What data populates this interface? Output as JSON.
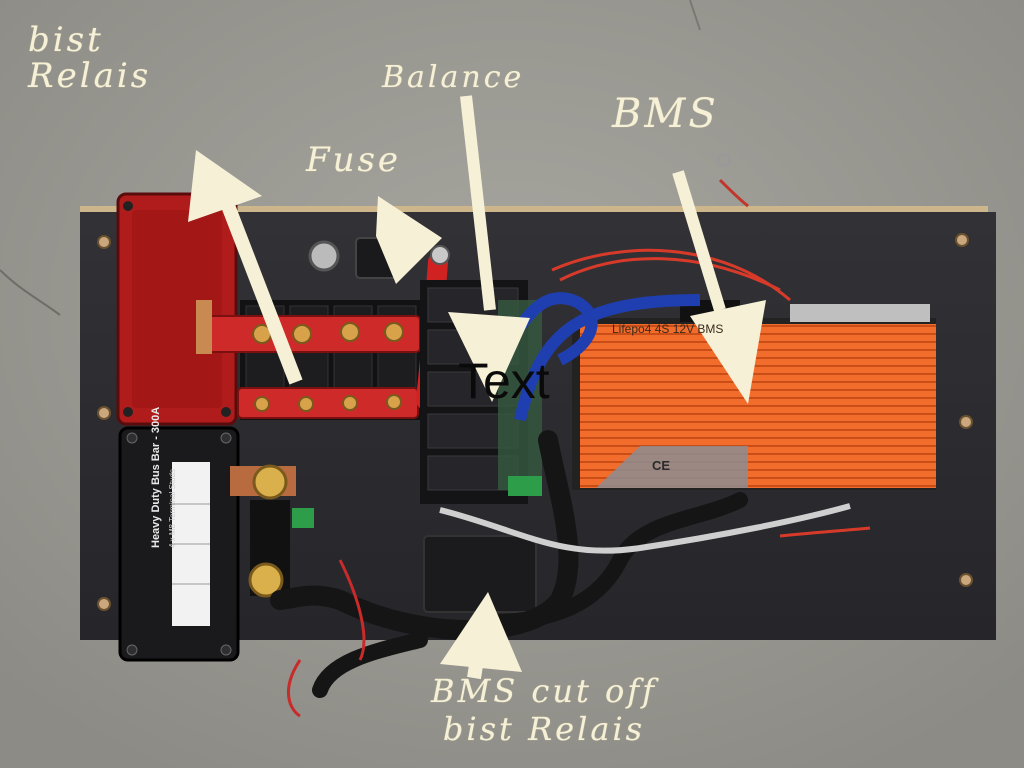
{
  "annotations": {
    "bist_relais": [
      "bist",
      "Relais"
    ],
    "fuse": "Fuse",
    "balance": "Balance",
    "bms": "BMS",
    "cutoff": [
      "BMS cut off",
      "bist Relais"
    ],
    "text": "Text"
  },
  "printed": {
    "bms_model": "Lifepo4 4S 12V BMS",
    "bms_mark": "CE",
    "busbar_title": "Heavy Duty Bus Bar - 300A",
    "busbar_sub": "4 x M8 Terminal Studs"
  },
  "colors": {
    "annotation": "#f6f1d6",
    "concrete": "#9a9993",
    "board": "#2b2b2e",
    "relay_housing": "#b01c1c",
    "bms_heatsink": "#f06a2a",
    "busbar_red": "#cf2a2a",
    "cable_black": "#151515",
    "cable_blue": "#1f3fb0"
  }
}
